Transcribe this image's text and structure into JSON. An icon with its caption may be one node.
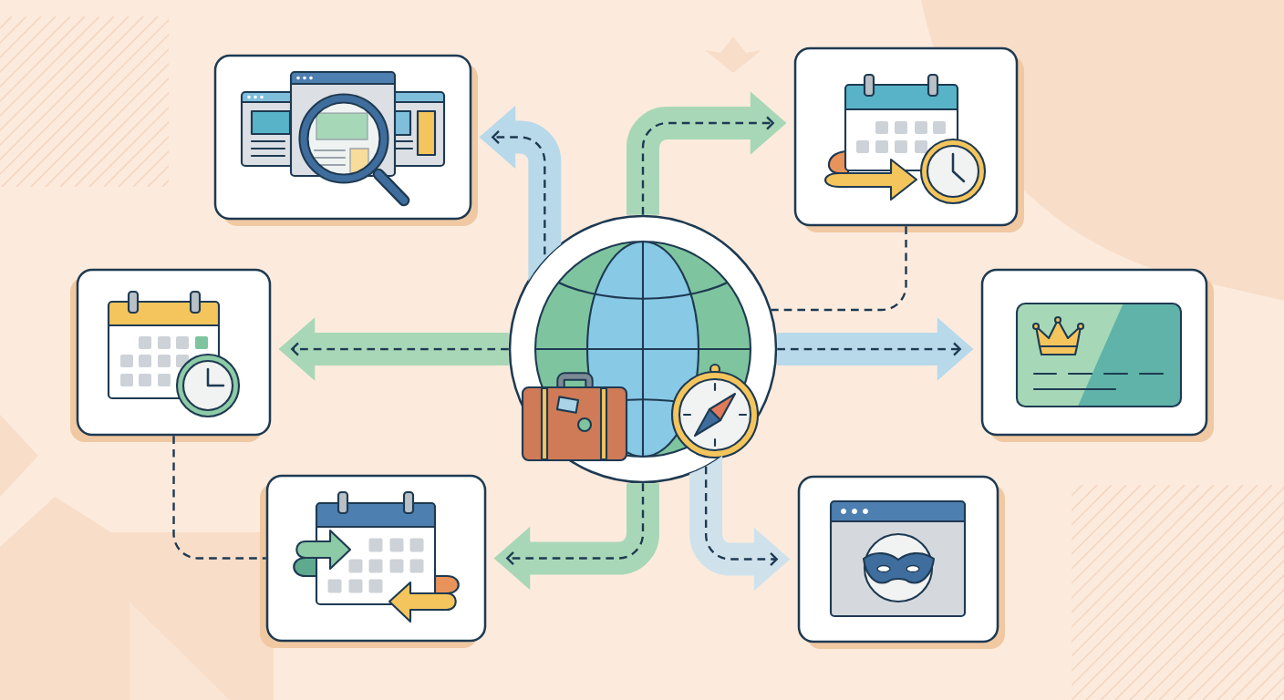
{
  "diagram": {
    "nodes": [
      {
        "text": [],
        "shape": "picture"
      },
      {
        "text": [],
        "shape": "picture"
      },
      {
        "text": [],
        "shape": "picture"
      },
      {
        "text": [],
        "shape": "picture"
      },
      {
        "text": [],
        "shape": "picture"
      },
      {
        "text": [],
        "shape": "picture"
      },
      {
        "text": [],
        "shape": "picture"
      }
    ],
    "edges": [
      {
        "from": 3,
        "to": 0,
        "arrow": "to",
        "style": "dashed"
      },
      {
        "from": 3,
        "to": 1,
        "arrow": "to",
        "style": "dashed"
      },
      {
        "from": 3,
        "to": 2,
        "arrow": "to",
        "style": "dashed"
      },
      {
        "from": 3,
        "to": 4,
        "arrow": "to",
        "style": "dashed"
      },
      {
        "from": 3,
        "to": 5,
        "arrow": "to",
        "style": "dashed"
      },
      {
        "from": 3,
        "to": 6,
        "arrow": "to",
        "style": "dashed"
      },
      {
        "from": 1,
        "to": 3,
        "arrow": "none",
        "style": "dashed"
      },
      {
        "from": 2,
        "to": 5,
        "arrow": "none",
        "style": "dashed"
      }
    ]
  }
}
